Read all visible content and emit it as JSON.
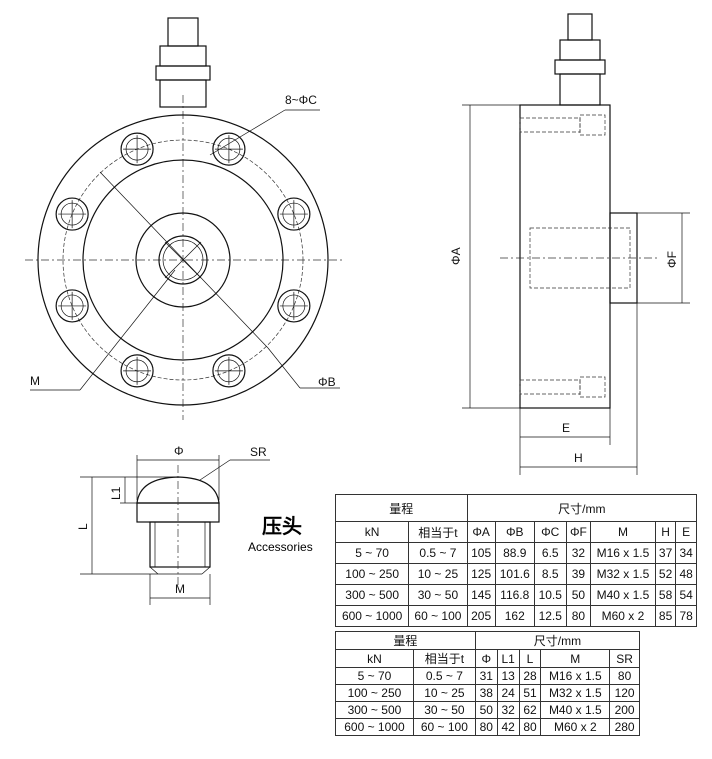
{
  "labels": {
    "phiC": "8~ΦC",
    "M": "M",
    "phiB": "ΦB",
    "phiA": "ΦA",
    "phiF": "ΦF",
    "E": "E",
    "H": "H",
    "phi": "Φ",
    "SR": "SR",
    "L1": "L1",
    "L": "L",
    "M2": "M"
  },
  "accessories": {
    "title_cn": "压头",
    "title_en": "Accessories"
  },
  "table1": {
    "group_range": "量程",
    "group_dims": "尺寸/mm",
    "headers": [
      "kN",
      "相当于t",
      "ΦA",
      "ΦB",
      "ΦC",
      "ΦF",
      "M",
      "H",
      "E"
    ],
    "rows": [
      [
        "5 ~ 70",
        "0.5 ~ 7",
        "105",
        "88.9",
        "6.5",
        "32",
        "M16 x 1.5",
        "37",
        "34"
      ],
      [
        "100 ~ 250",
        "10 ~ 25",
        "125",
        "101.6",
        "8.5",
        "39",
        "M32 x 1.5",
        "52",
        "48"
      ],
      [
        "300 ~ 500",
        "30 ~ 50",
        "145",
        "116.8",
        "10.5",
        "50",
        "M40 x 1.5",
        "58",
        "54"
      ],
      [
        "600 ~ 1000",
        "60 ~ 100",
        "205",
        "162",
        "12.5",
        "80",
        "M60  x  2",
        "85",
        "78"
      ]
    ]
  },
  "table2": {
    "group_range": "量程",
    "group_dims": "尺寸/mm",
    "headers": [
      "kN",
      "相当于t",
      "Φ",
      "L1",
      "L",
      "M",
      "SR"
    ],
    "rows": [
      [
        "5 ~ 70",
        "0.5 ~ 7",
        "31",
        "13",
        "28",
        "M16 x 1.5",
        "80"
      ],
      [
        "100 ~ 250",
        "10 ~ 25",
        "38",
        "24",
        "51",
        "M32 x 1.5",
        "120"
      ],
      [
        "300 ~ 500",
        "30 ~ 50",
        "50",
        "32",
        "62",
        "M40 x 1.5",
        "200"
      ],
      [
        "600 ~ 1000",
        "60 ~ 100",
        "80",
        "42",
        "80",
        "M60  x  2",
        "280"
      ]
    ]
  }
}
